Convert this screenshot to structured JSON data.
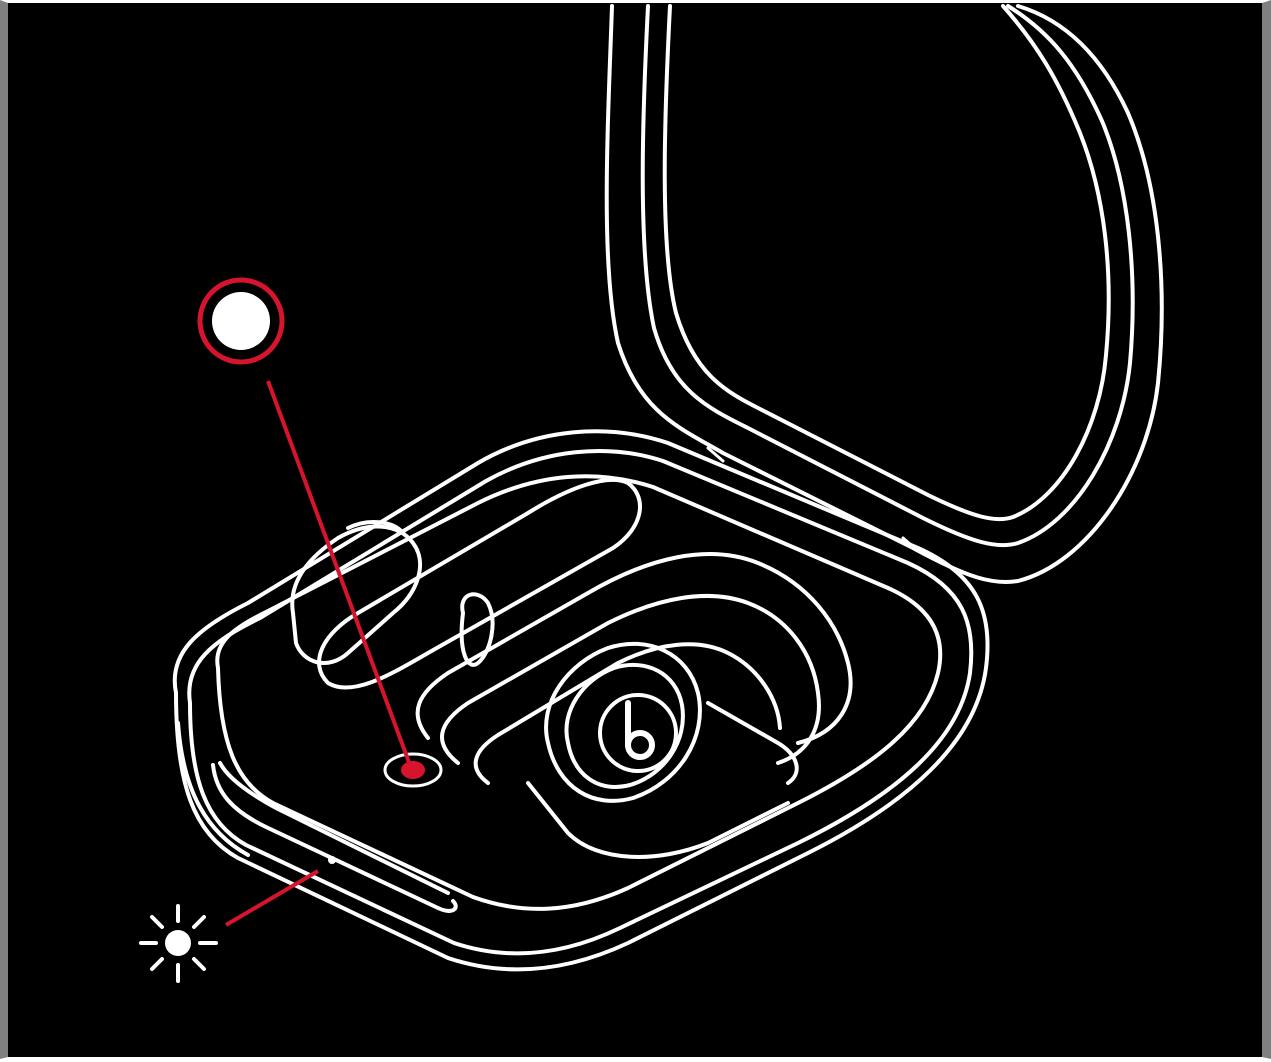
{
  "image": {
    "subject": "beats-earbuds-charging-case-illustration",
    "background_color": "#000000",
    "line_color": "#ffffff",
    "accent_color": "#d7142e"
  },
  "callouts": [
    {
      "icon": "button-icon",
      "points_to": "case-button"
    },
    {
      "icon": "light-icon",
      "points_to": "status-indicator-light"
    }
  ],
  "brand": {
    "logo": "beats-logo"
  }
}
